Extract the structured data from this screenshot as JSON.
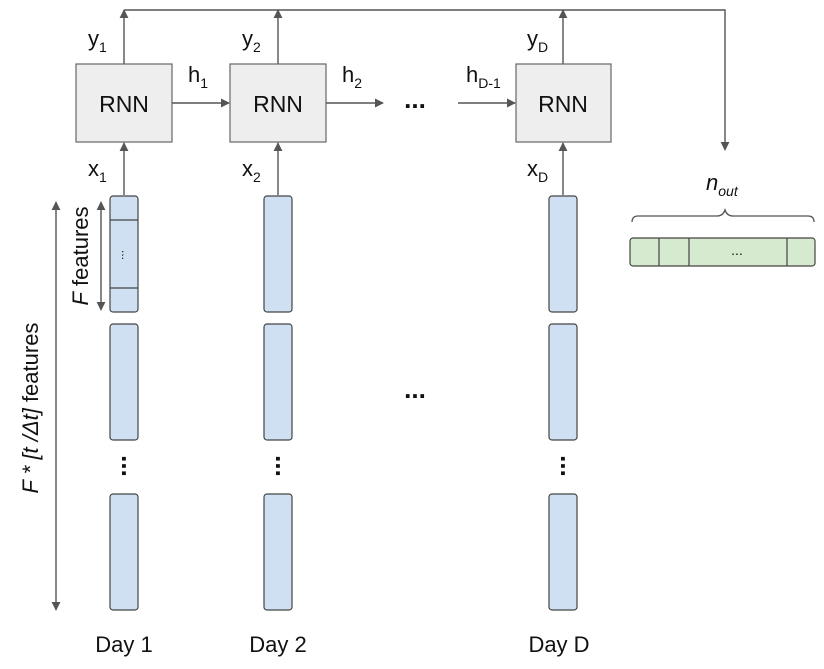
{
  "rnn_cells": [
    {
      "label": "RNN",
      "output": "y",
      "output_sub": "1",
      "input": "x",
      "input_sub": "1"
    },
    {
      "label": "RNN",
      "output": "y",
      "output_sub": "2",
      "input": "x",
      "input_sub": "2"
    },
    {
      "label": "RNN",
      "output": "y",
      "output_sub": "D",
      "input": "x",
      "input_sub": "D"
    }
  ],
  "hidden_states": [
    {
      "name": "h",
      "sub": "1"
    },
    {
      "name": "h",
      "sub": "2"
    },
    {
      "name": "h",
      "sub": "D-1"
    }
  ],
  "ellipsis": "...",
  "inner_ellipsis": "...",
  "feature_label": {
    "italic": "F",
    "text": " features"
  },
  "total_features_label": {
    "italic": "F * [t /Δt]",
    "text": "  features"
  },
  "output": {
    "name": "n",
    "sub": "out",
    "cell_ellipsis": "..."
  },
  "days": [
    "Day 1",
    "Day 2",
    "Day D"
  ],
  "colors": {
    "rnn_box_fill": "#eeeeee",
    "rnn_box_stroke": "#666666",
    "feature_fill": "#cfe0f2",
    "output_fill": "#d6ead0",
    "line": "#555555"
  }
}
